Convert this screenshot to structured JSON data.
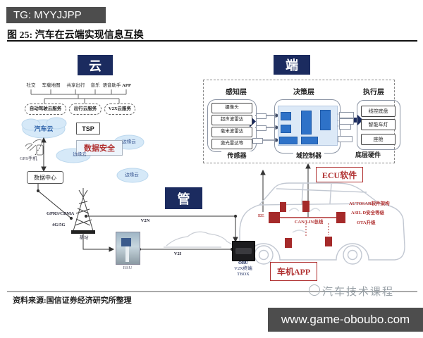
{
  "header": {
    "badge": "TG: MYYJJPP",
    "figure_title": "图 25: 汽车在云端实现信息互换"
  },
  "cloud_section": {
    "title": "云",
    "app_labels": [
      "社交",
      "车载地图",
      "共享出行",
      "音乐",
      "语音助手",
      "APP"
    ],
    "services": [
      "自动驾驶云服务",
      "出行云服务",
      "V2X云服务"
    ],
    "car_cloud": "汽车云",
    "tsp": "TSP",
    "data_security": "数据安全",
    "edge_cloud_1": "边缘云",
    "edge_cloud_2": "边缘云",
    "edge_cloud_3": "边缘云",
    "gps_phone": "GPS手机",
    "data_center": "数据中心",
    "gprs": "GPRS/CDMA",
    "cellular": "4G/5G",
    "base_station": "基站"
  },
  "pipe_section": {
    "title": "管",
    "v2n": "V2N",
    "v2i": "V2I",
    "rsu": "RSU",
    "obu_line1": "OBU",
    "obu_line2": "V2X终端",
    "obu_line3": "TBOX"
  },
  "terminal_section": {
    "title": "端",
    "layer_perception": "感知层",
    "layer_decision": "决策层",
    "layer_execution": "执行层",
    "sensors": [
      "摄像头",
      "超声波雷达",
      "毫米波雷达",
      "激光雷达等"
    ],
    "sensor_label": "传感器",
    "domain_label": "域控制器",
    "hardware_label": "底层硬件",
    "hardware_items": [
      "线控底盘",
      "智能车灯",
      "座舱"
    ]
  },
  "car_section": {
    "ecu": "ECU软件",
    "ee": "EE",
    "can_bus": "CAN/LIN总线",
    "feature_1": "AUTOSAR软件架构",
    "feature_2": "ASIL D安全等级",
    "feature_3": "OTA升级",
    "car_app": "车机APP"
  },
  "footer": {
    "source": "资料来源:国信证券经济研究所整理",
    "watermark": "汽车技术课程",
    "site": "www.game-oboubo.com"
  },
  "colors": {
    "navy": "#1b2b5f",
    "red": "#b03030",
    "bar_gray": "#4d4d4d",
    "cloud_blue": "#d6e9f8",
    "panel_blue": "#dce9f7",
    "box_blue": "#2e72c8"
  }
}
